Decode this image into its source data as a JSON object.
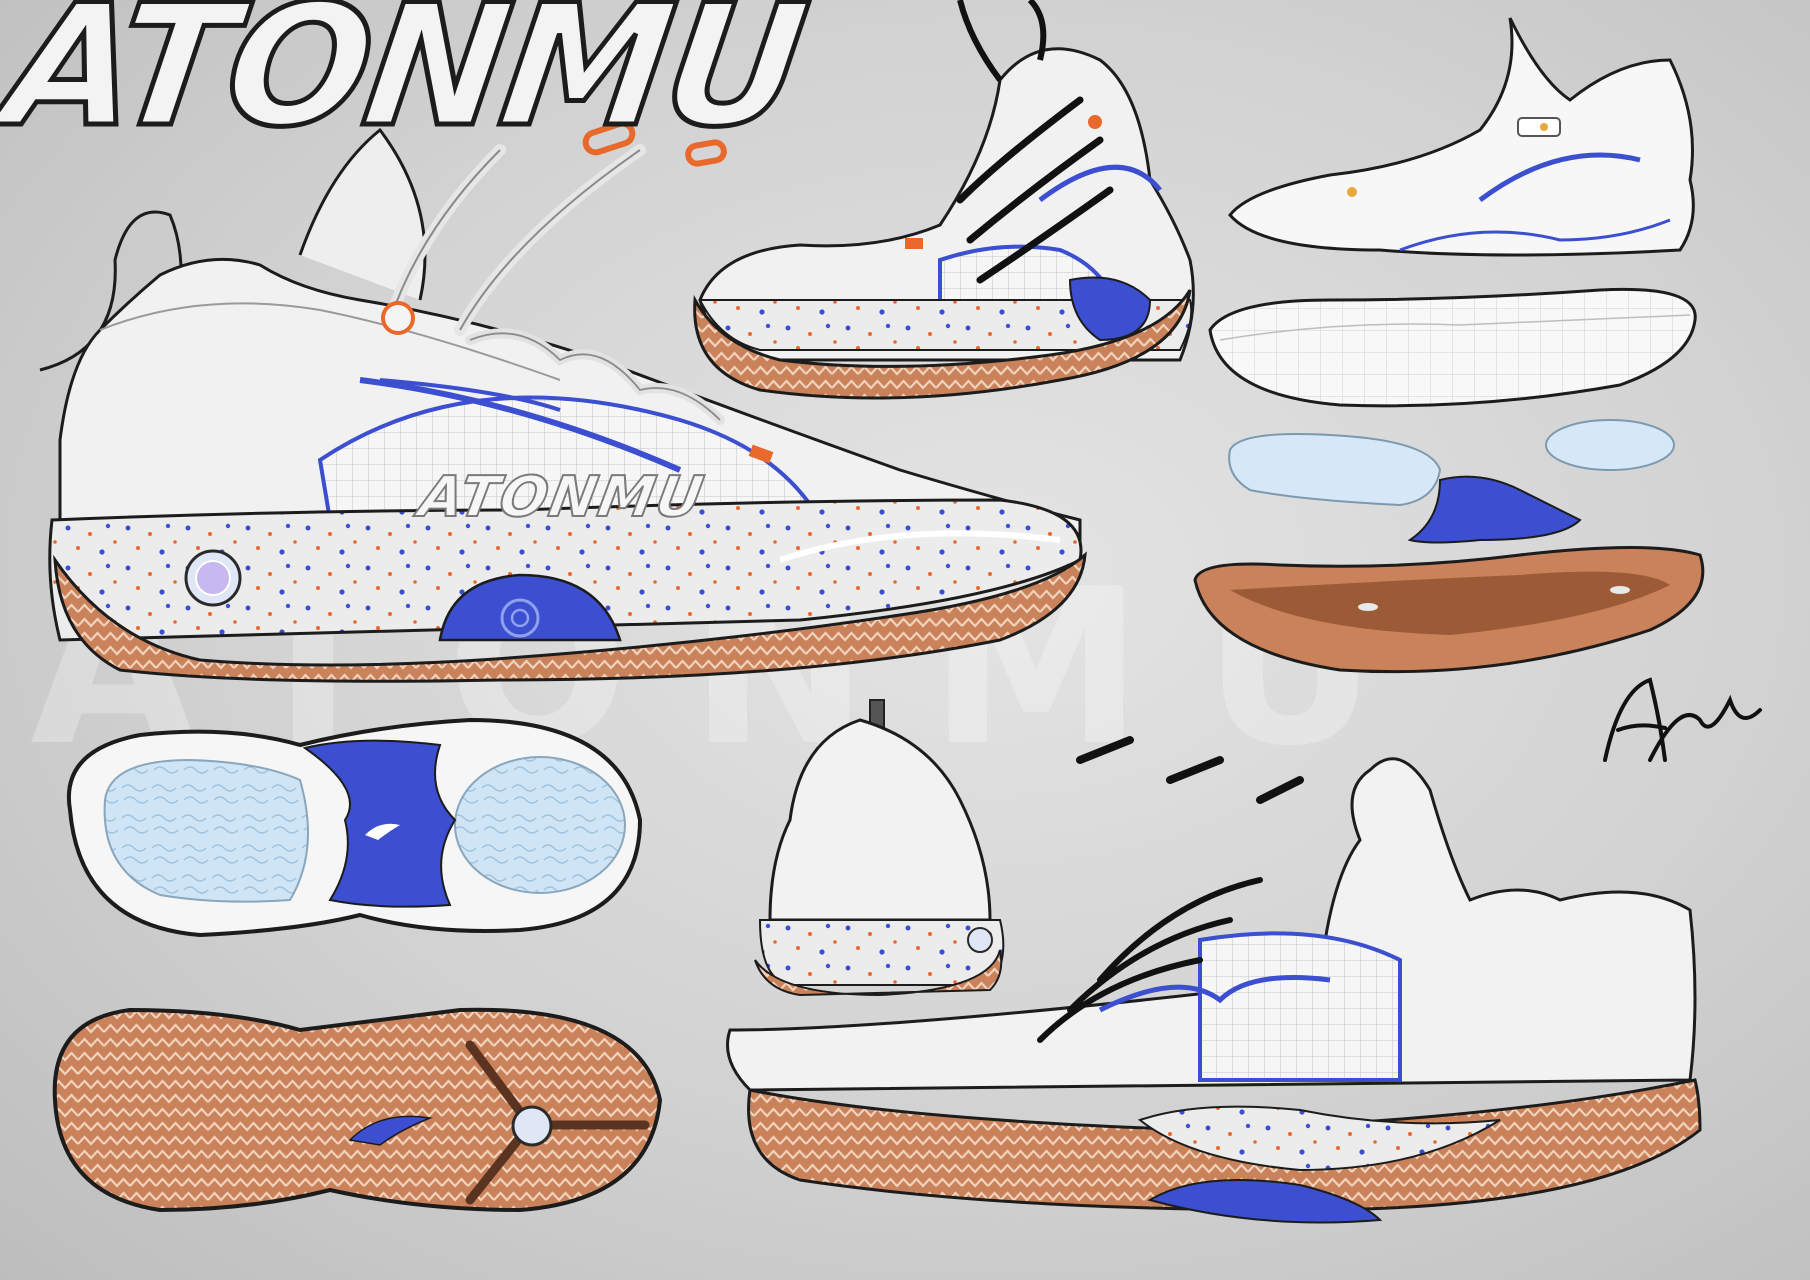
{
  "sheet": {
    "brand_title": "ATONMU",
    "watermark_text": "ATONMU",
    "upper_panel_text": "ATONMU",
    "signature": "Atm"
  },
  "colors": {
    "background": "#d2d2d2",
    "outline": "#1c1c1c",
    "upper_white": "#f4f4f4",
    "upper_grey": "#d8d8d8",
    "accent_blue": "#3b4fd0",
    "accent_orange": "#e8692b",
    "outsole_brown": "#c9825a",
    "outsole_dark": "#9c5a36",
    "insole_blue": "#cfe4f4",
    "lace_black": "#111111"
  },
  "icons": {
    "brand_logo": "swoosh-logo-icon",
    "heel_badge": "heel-badge-icon",
    "eye_emblem": "eye-emblem-icon"
  }
}
